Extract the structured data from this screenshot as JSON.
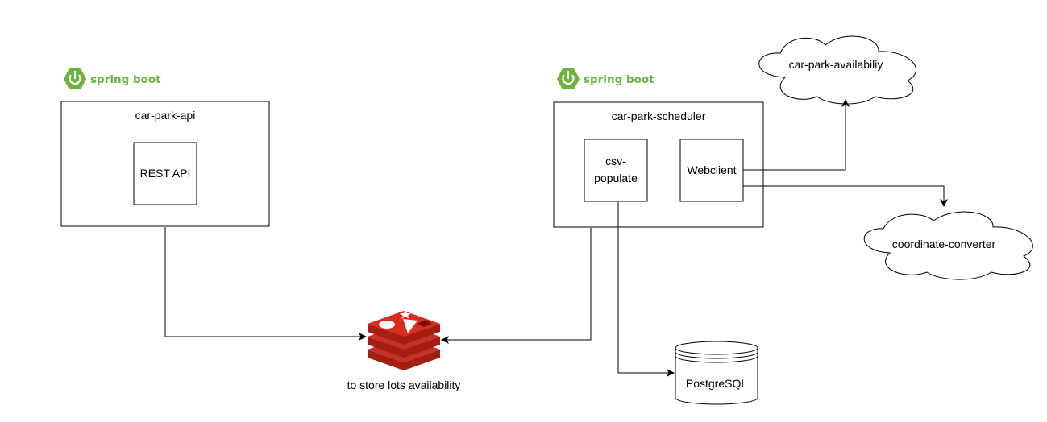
{
  "colors": {
    "spring_green": "#6db33f",
    "redis_red": "#c6302b",
    "redis_dark": "#a41e11",
    "stroke": "#000000"
  },
  "logos": {
    "left": {
      "icon": "spring-boot-power-icon",
      "text": "spring boot"
    },
    "right": {
      "icon": "spring-boot-power-icon",
      "text": "spring boot"
    }
  },
  "nodes": {
    "car_park_api": {
      "label": "car-park-api"
    },
    "rest_api": {
      "label": "REST API"
    },
    "car_park_scheduler": {
      "label": "car-park-scheduler"
    },
    "csv_populate": {
      "line1": "csv-",
      "line2": "populate"
    },
    "webclient": {
      "label": "Webclient"
    },
    "car_park_availability": {
      "label": "car-park-availabiliy"
    },
    "coordinate_converter": {
      "label": "coordinate-converter"
    },
    "postgresql": {
      "label": "PostgreSQL"
    },
    "redis": {
      "icon": "redis-stack-icon",
      "caption": "to store lots availability"
    }
  },
  "edges": [
    {
      "from": "car-park-api",
      "to": "redis"
    },
    {
      "from": "car-park-scheduler",
      "to": "redis"
    },
    {
      "from": "csv-populate",
      "to": "postgresql"
    },
    {
      "from": "webclient",
      "to": "car-park-availabiliy"
    },
    {
      "from": "webclient",
      "to": "coordinate-converter"
    }
  ]
}
